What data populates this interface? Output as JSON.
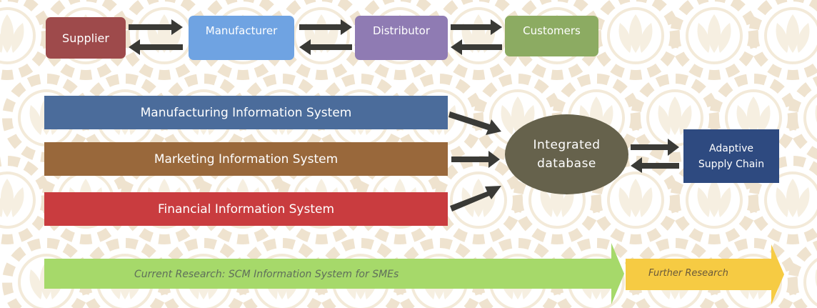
{
  "supply_chain": {
    "supplier": "Supplier",
    "manufacturer": "Manufacturer",
    "distributor": "Distributor",
    "customers": "Customers"
  },
  "systems": {
    "manufacturing": "Manufacturing Information System",
    "marketing": "Marketing Information System",
    "financial": "Financial Information System"
  },
  "database": {
    "line1": "Integrated",
    "line2": "database"
  },
  "adaptive": {
    "line1": "Adaptive",
    "line2": "Supply Chain"
  },
  "research": {
    "current": "Current Research: SCM Information System for SMEs",
    "further": "Further Research"
  },
  "colors": {
    "supplier": "#9e4a4b",
    "manufacturer": "#6fa3e2",
    "distributor": "#8f7bb3",
    "customers": "#8cab62",
    "manufacturing_band": "#4b6c9b",
    "marketing_band": "#99683b",
    "financial_band": "#c93c3f",
    "database": "#66624c",
    "adaptive": "#2e4a80",
    "current_research": "#a6d96a",
    "further_research": "#f6cb43",
    "arrow": "#3a3a36",
    "watermark": "#f3e8d6"
  }
}
